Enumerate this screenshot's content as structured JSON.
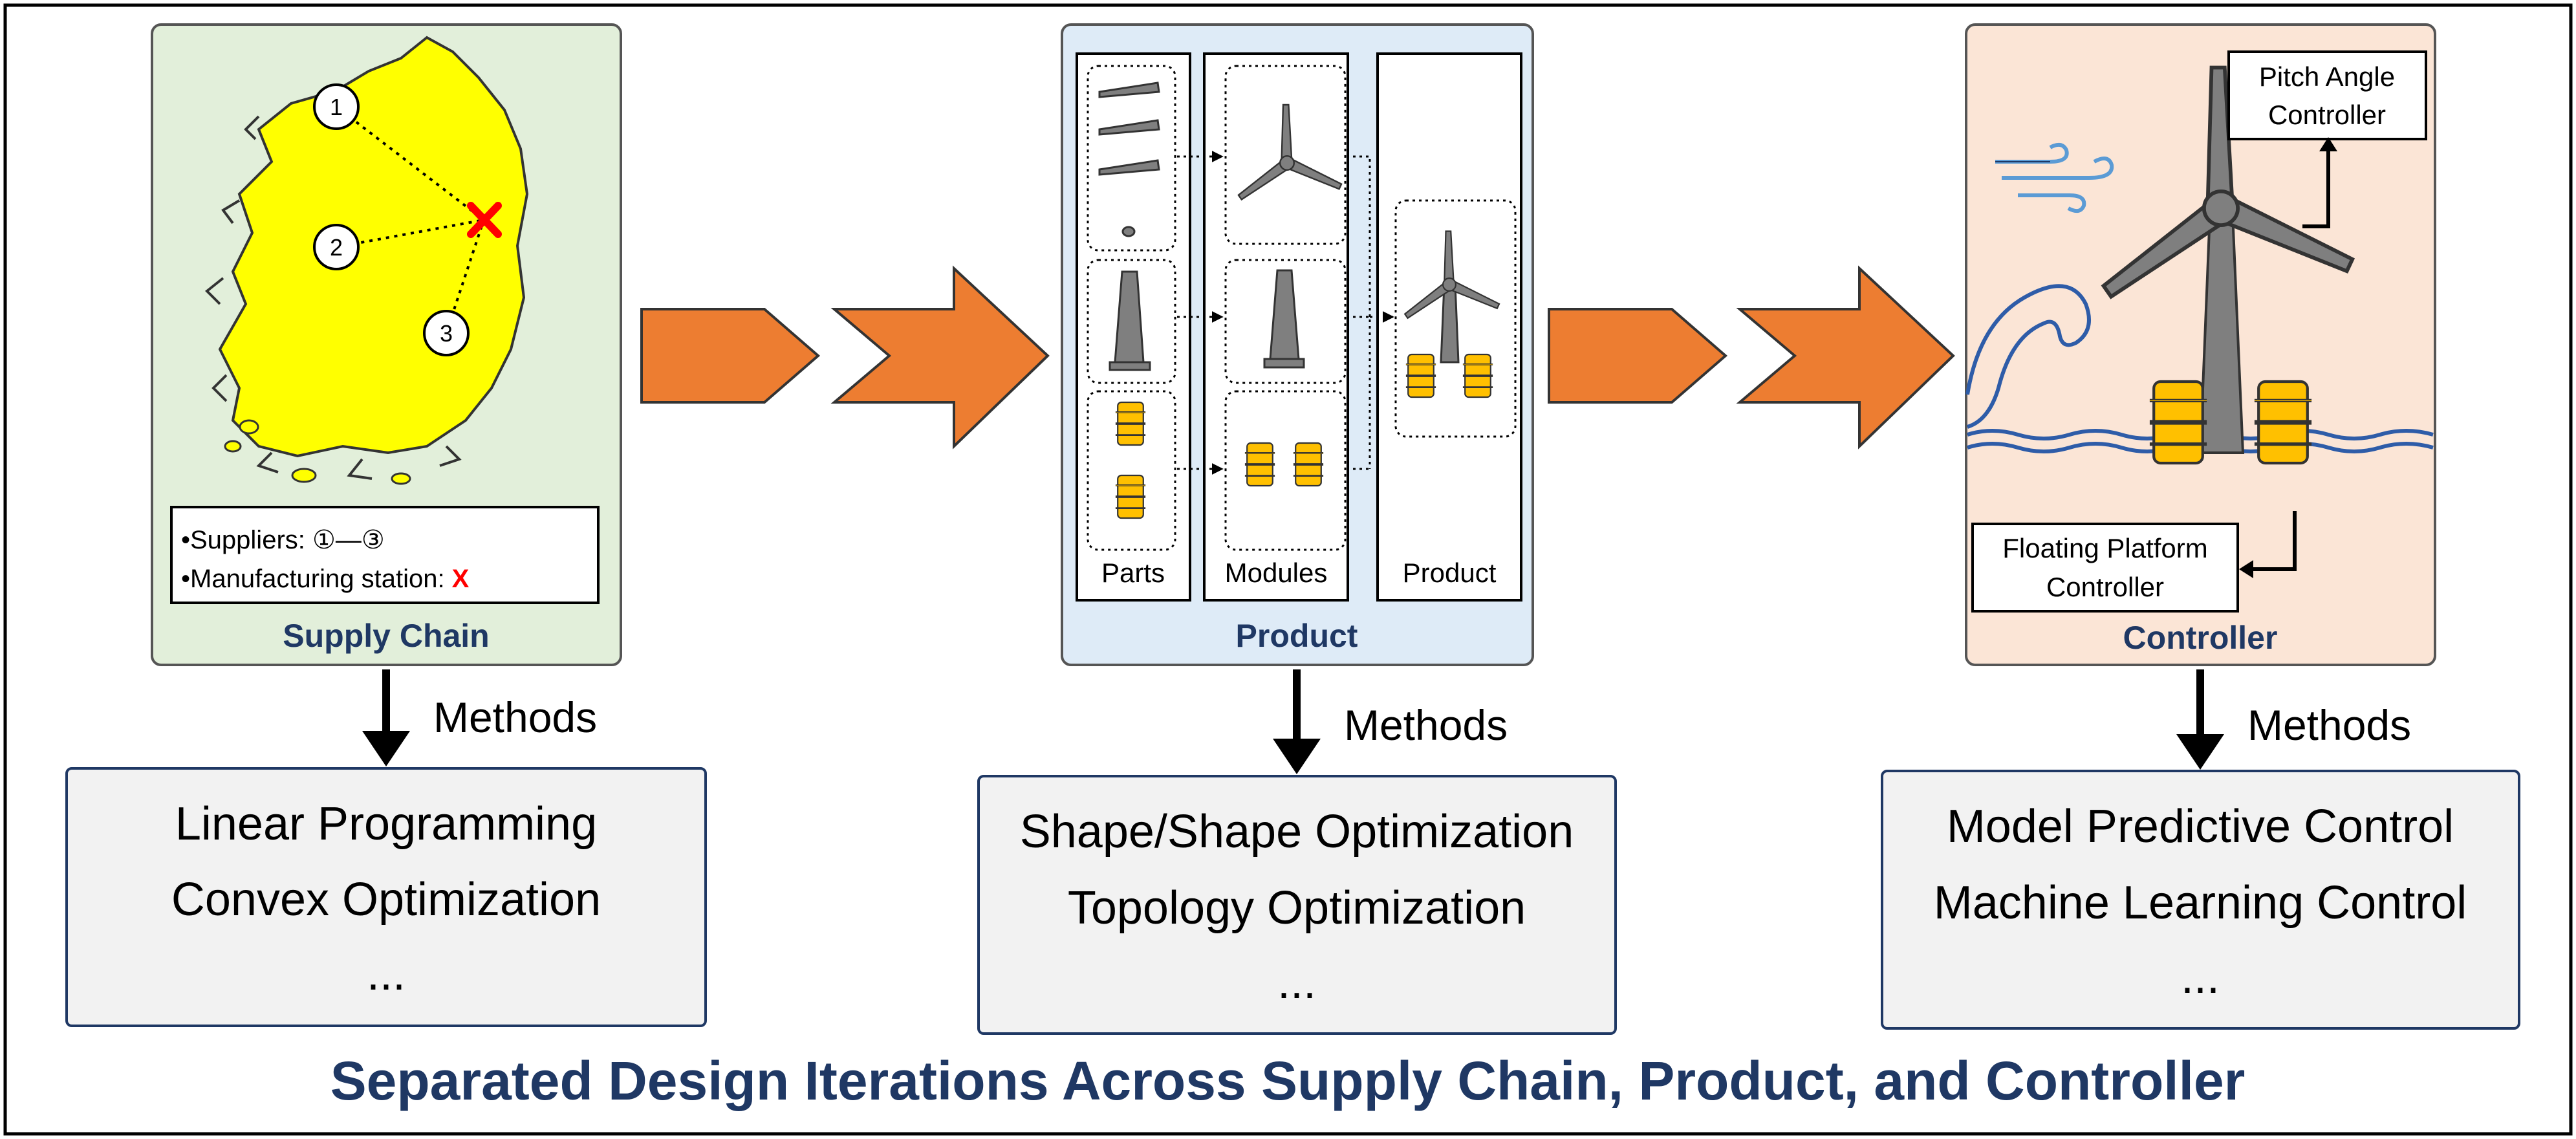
{
  "colors": {
    "arrow_orange": "#ed7d31",
    "panel_green": "#e2efda",
    "panel_blue": "#deebf7",
    "panel_peach": "#fbe5d6",
    "yellow": "#ffff00",
    "gold": "#ffc000",
    "turbine_gray": "#7f7f7f",
    "method_box": "#f2f2f2",
    "title_navy": "#1f3864",
    "red_x": "#ff0000",
    "wave_blue": "#2e5ca8"
  },
  "supply_chain": {
    "label": "Supply Chain",
    "supplier_1": "1",
    "supplier_2": "2",
    "supplier_3": "3",
    "legend_suppliers_prefix": "•Suppliers: ",
    "legend_suppliers_range": "①—③",
    "legend_station_prefix": "•Manufacturing station: ",
    "legend_station_mark": "X"
  },
  "product": {
    "label": "Product",
    "col_parts": "Parts",
    "col_modules": "Modules",
    "col_product": "Product"
  },
  "controller": {
    "label": "Controller",
    "pitch_line1": "Pitch Angle",
    "pitch_line2": "Controller",
    "float_line1": "Floating Platform",
    "float_line2": "Controller"
  },
  "methods": [
    {
      "label": "Methods",
      "lines": [
        "Linear Programming",
        "Convex Optimization",
        "..."
      ]
    },
    {
      "label": "Methods",
      "lines": [
        "Shape/Shape Optimization",
        "Topology Optimization",
        "..."
      ]
    },
    {
      "label": "Methods",
      "lines": [
        "Model Predictive Control",
        "Machine Learning Control",
        "..."
      ]
    }
  ],
  "footer_title": "Separated Design Iterations Across Supply Chain, Product, and Controller"
}
